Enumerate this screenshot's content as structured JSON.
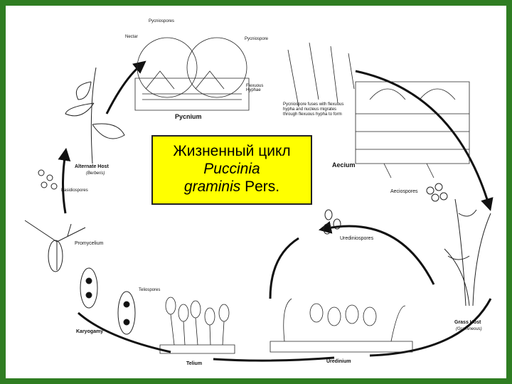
{
  "title": {
    "line1": "Жизненный цикл",
    "line2_genus": "Puccinia",
    "line3_species": "graminis",
    "line3_author": " Pers."
  },
  "labels": {
    "pycniospores": "Pycniospores",
    "nectar": "Nectar",
    "pycniospore": "Pycniospore",
    "flexuous_hyphae": "Flexuous\nHyphae",
    "pycnium": "Pycnium",
    "pycnium_note": "Pycniospore fuses with flexuous\nhypha and nucleus migrates\nthrough flexuous hypha to form",
    "aecium": "Aecium",
    "aeciospores": "Aeciospores",
    "urediniospores": "Urediniospores",
    "grass_host": "Grass Host",
    "grass_host_latin": "(Gramineous)",
    "uredinium": "Uredinium",
    "telium": "Telium",
    "teliospores": "Teliospores",
    "karyogamy": "Karyogamy",
    "promycelium": "Promycelium",
    "basidiospores": "Basidiospores",
    "alternate_host": "Alternate Host",
    "alternate_host_latin": "(Berberis)"
  },
  "colors": {
    "frame": "#2f7d22",
    "title_background": "#ffff00",
    "ink": "#111111"
  }
}
